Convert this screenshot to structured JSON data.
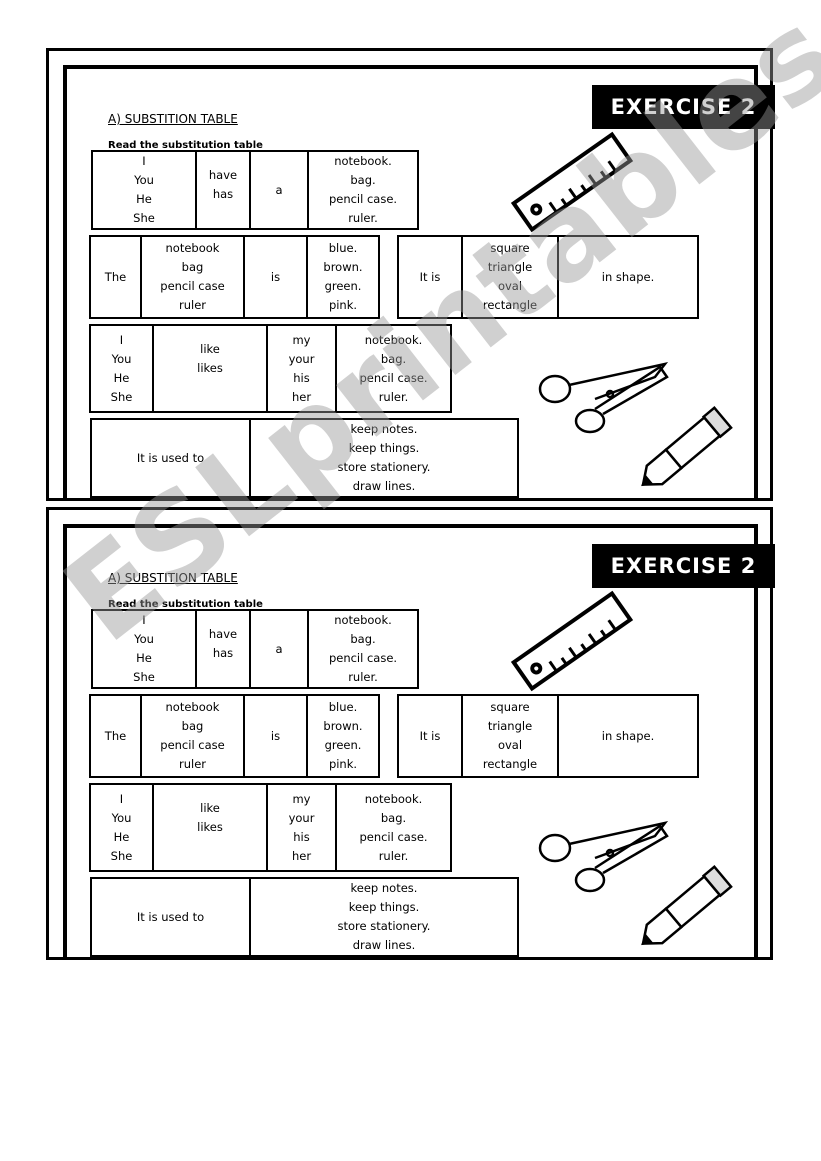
{
  "header": "EXERCISE 2",
  "title": "A) SUBSTITION TABLE",
  "instruction": "Read the substitution table",
  "table1": {
    "subjects": [
      "I",
      "You",
      "He",
      "She"
    ],
    "verbs": [
      "have",
      "has"
    ],
    "article": "a",
    "objects": [
      "notebook.",
      "bag.",
      "pencil case.",
      "ruler."
    ]
  },
  "table2": {
    "the": "The",
    "nouns": [
      "notebook",
      "bag",
      "pencil case",
      "ruler"
    ],
    "is": "is",
    "colors": [
      "blue.",
      "brown.",
      "green.",
      "pink."
    ]
  },
  "table3": {
    "it_is": "It is",
    "shapes": [
      "square",
      "triangle",
      "oval",
      "rectangle"
    ],
    "in_shape": "in shape."
  },
  "table4": {
    "subjects": [
      "I",
      "You",
      "He",
      "She"
    ],
    "verbs": [
      "like",
      "likes"
    ],
    "possessives": [
      "my",
      "your",
      "his",
      "her"
    ],
    "objects": [
      "notebook.",
      "bag.",
      "pencil case.",
      "ruler."
    ]
  },
  "table5": {
    "used_to": "It is used to",
    "uses": [
      "keep notes.",
      "keep things.",
      "store stationery.",
      "draw lines."
    ]
  },
  "watermark": "ESLprintables.com"
}
